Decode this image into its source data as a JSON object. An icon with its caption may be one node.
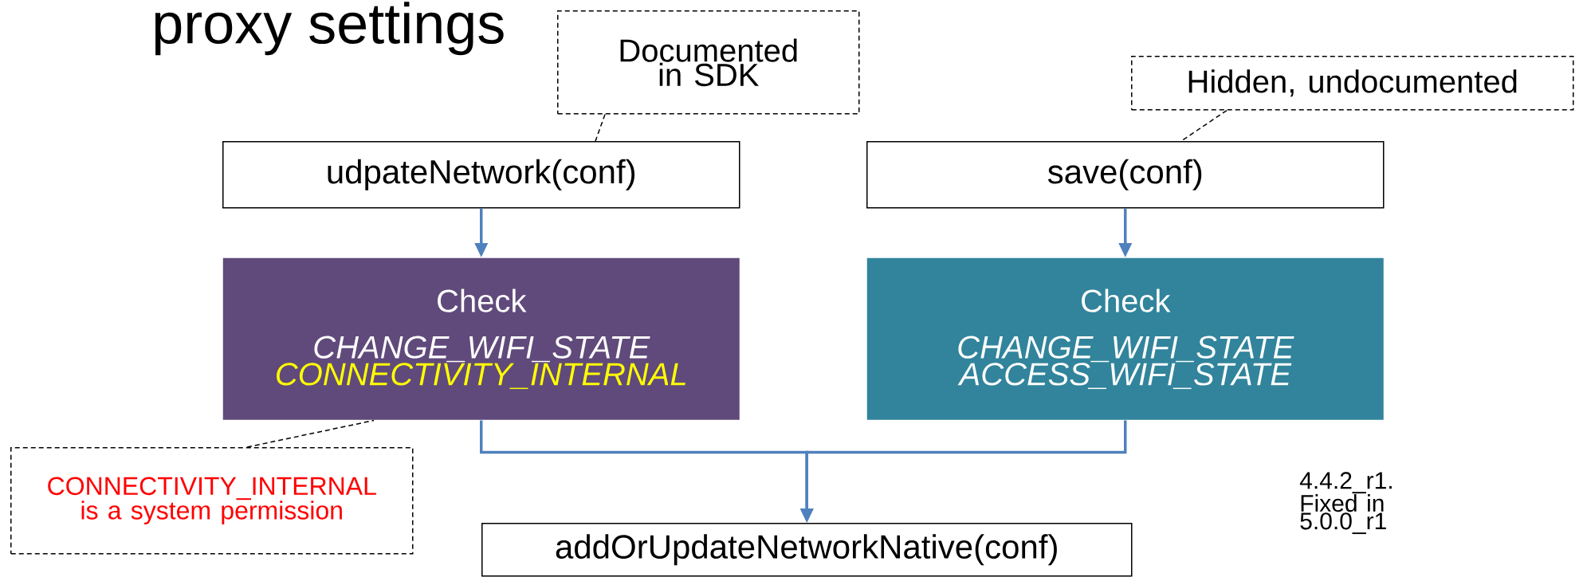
{
  "diagram": {
    "title": "proxy settings",
    "nodes": [
      {
        "text": [
          "Documented in SDK"
        ]
      },
      {
        "text": [
          "Hidden, undocumented"
        ]
      },
      {
        "text": [
          "udpateNetwork(conf)"
        ]
      },
      {
        "text": [
          "save(conf)"
        ]
      },
      {
        "text": [
          "Check",
          "CHANGE_WIFI_STATE",
          "CONNECTIVITY_INTERNAL"
        ]
      },
      {
        "text": [
          "Check",
          "CHANGE_WIFI_STATE",
          "ACCESS_WIFI_STATE"
        ]
      },
      {
        "text": [
          "CONNECTIVITY_INTERNAL is a system permission"
        ]
      },
      {
        "text": [
          "addOrUpdateNetworkNative(conf)"
        ]
      }
    ],
    "edges": [
      {
        "from": 0,
        "to": 2,
        "arrow": "none",
        "style": "dashed",
        "color": "#000000"
      },
      {
        "from": 1,
        "to": 3,
        "arrow": "none",
        "style": "dashed",
        "color": "#000000"
      },
      {
        "from": 2,
        "to": 4,
        "arrow": "to"
      },
      {
        "from": 3,
        "to": 5,
        "arrow": "to"
      },
      {
        "from": 6,
        "to": 4,
        "arrow": "none",
        "style": "dashed",
        "color": "#000000"
      },
      {
        "from": 4,
        "to": 7,
        "arrow": "to"
      },
      {
        "from": 5,
        "to": 7,
        "arrow": "to"
      }
    ],
    "labels": [
      "4.4.2_r1. Fixed in 5.0.0_r1"
    ]
  }
}
